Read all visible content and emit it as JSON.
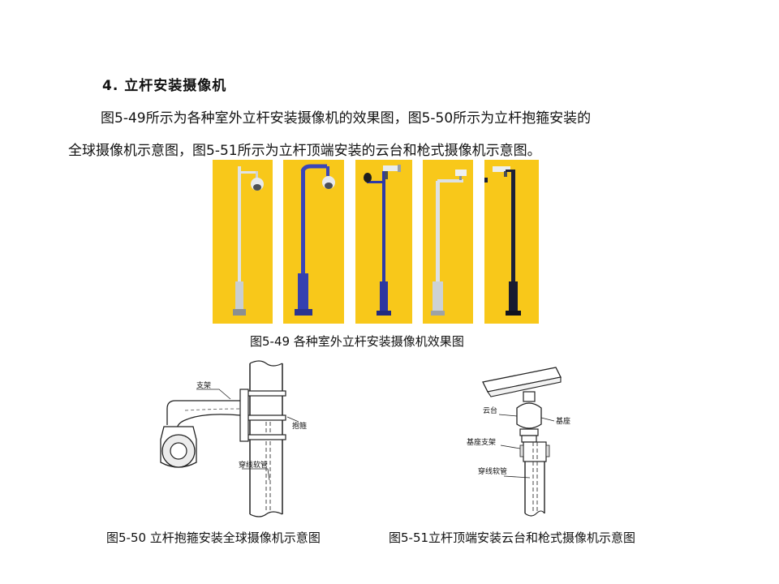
{
  "section": {
    "heading": "4. 立杆安装摄像机",
    "paragraph_line1": "图5-49所示为各种室外立杆安装摄像机的效果图，图5-50所示为立杆抱箍安装的",
    "paragraph_line2": "全球摄像机示意图，图5-51所示为立杆顶端安装的云台和枪式摄像机示意图。"
  },
  "figure_49": {
    "caption": "图5-49 各种室外立杆安装摄像机效果图",
    "photo_background": "#f8c81a"
  },
  "figure_50": {
    "caption": "图5-50 立杆抱箍安装全球摄像机示意图",
    "labels": {
      "bracket": "支架",
      "clamp": "抱箍",
      "conduit": "穿线软管"
    }
  },
  "figure_51": {
    "caption": "图5-51立杆顶端安装云台和枪式摄像机示意图",
    "labels": {
      "pan_tilt": "云台",
      "base": "基座",
      "base_bracket": "基座支架",
      "conduit": "穿线软管"
    }
  }
}
